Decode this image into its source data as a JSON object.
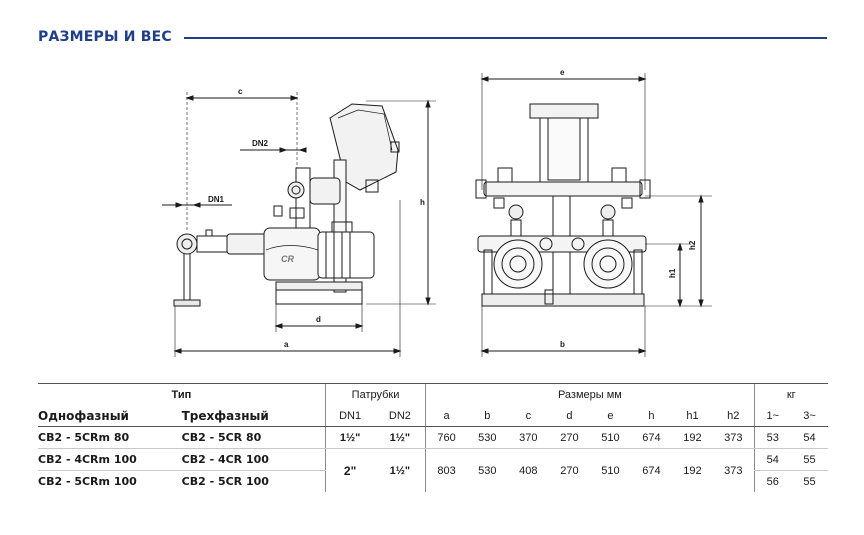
{
  "page": {
    "section_title": "РАЗМЕРЫ И ВЕС"
  },
  "colors": {
    "accent": "#1f3f8c",
    "line": "#1a1a1a"
  },
  "drawing_labels": {
    "c": "c",
    "dn2": "DN2",
    "dn1": "DN1",
    "h": "h",
    "d": "d",
    "a": "a",
    "e": "e",
    "h2": "h2",
    "h1": "h1",
    "b": "b",
    "logo": "CR"
  },
  "table": {
    "header": {
      "type": "Тип",
      "connections": "Патрубки",
      "dimensions": "Размеры мм",
      "weight": "кг",
      "single_phase": "Однофазный",
      "three_phase": "Трехфазный",
      "dn1": "DN1",
      "dn2": "DN2",
      "a": "a",
      "b": "b",
      "c": "c",
      "d": "d",
      "e": "e",
      "h": "h",
      "h1": "h1",
      "h2": "h2",
      "w1": "1~",
      "w3": "3~"
    },
    "rows": [
      {
        "single": "CB2 - 5CRm 80",
        "three": "CB2 - 5CR 80",
        "dn1": "1½\"",
        "dn2": "1½\"",
        "a": "760",
        "b": "530",
        "c": "370",
        "d": "270",
        "e": "510",
        "h": "674",
        "h1": "192",
        "h2": "373",
        "w1": "53",
        "w3": "54"
      },
      {
        "single": "CB2 - 4CRm 100",
        "three": "CB2 - 4CR 100",
        "dn1": "2\"",
        "dn2": "1½\"",
        "a": "803",
        "b": "530",
        "c": "408",
        "d": "270",
        "e": "510",
        "h": "674",
        "h1": "192",
        "h2": "373",
        "w1": "54",
        "w3": "55"
      },
      {
        "single": "CB2 - 5CRm 100",
        "three": "CB2 - 5CR 100",
        "w1": "56",
        "w3": "55"
      }
    ]
  }
}
